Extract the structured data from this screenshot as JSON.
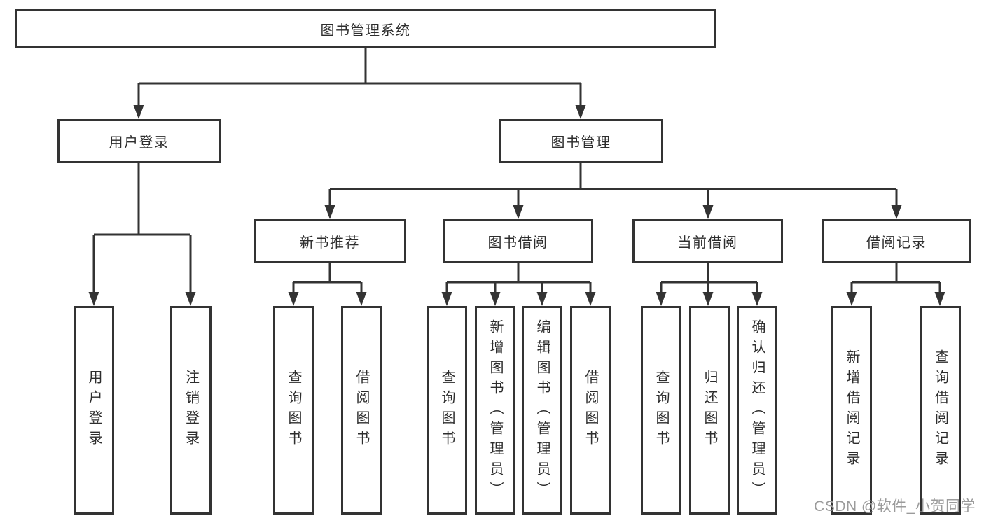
{
  "diagram": {
    "title_node": "图书管理系统",
    "level2": {
      "user_login": "用户登录",
      "book_mgmt": "图书管理"
    },
    "level3": {
      "new_books": "新书推荐",
      "book_borrow": "图书借阅",
      "current_borrow": "当前借阅",
      "borrow_records": "借阅记录"
    },
    "leaves": {
      "user_login_leaf": "用户登录",
      "logout_leaf": "注销登录",
      "nb_query_books": "查询图书",
      "nb_borrow_books": "借阅图书",
      "bb_query_books": "查询图书",
      "bb_add_books": "新增图书（管理员）",
      "bb_edit_books": "编辑图书（管理员）",
      "bb_borrow_books": "借阅图书",
      "cb_query_books": "查询图书",
      "cb_return_books": "归还图书",
      "cb_confirm_return": "确认归还（管理员）",
      "br_add_record": "新增借阅记录",
      "br_query_record": "查询借阅记录"
    },
    "line_color": "#333333",
    "box_background": "#ffffff"
  },
  "watermark": "CSDN @软件_小贺同学"
}
